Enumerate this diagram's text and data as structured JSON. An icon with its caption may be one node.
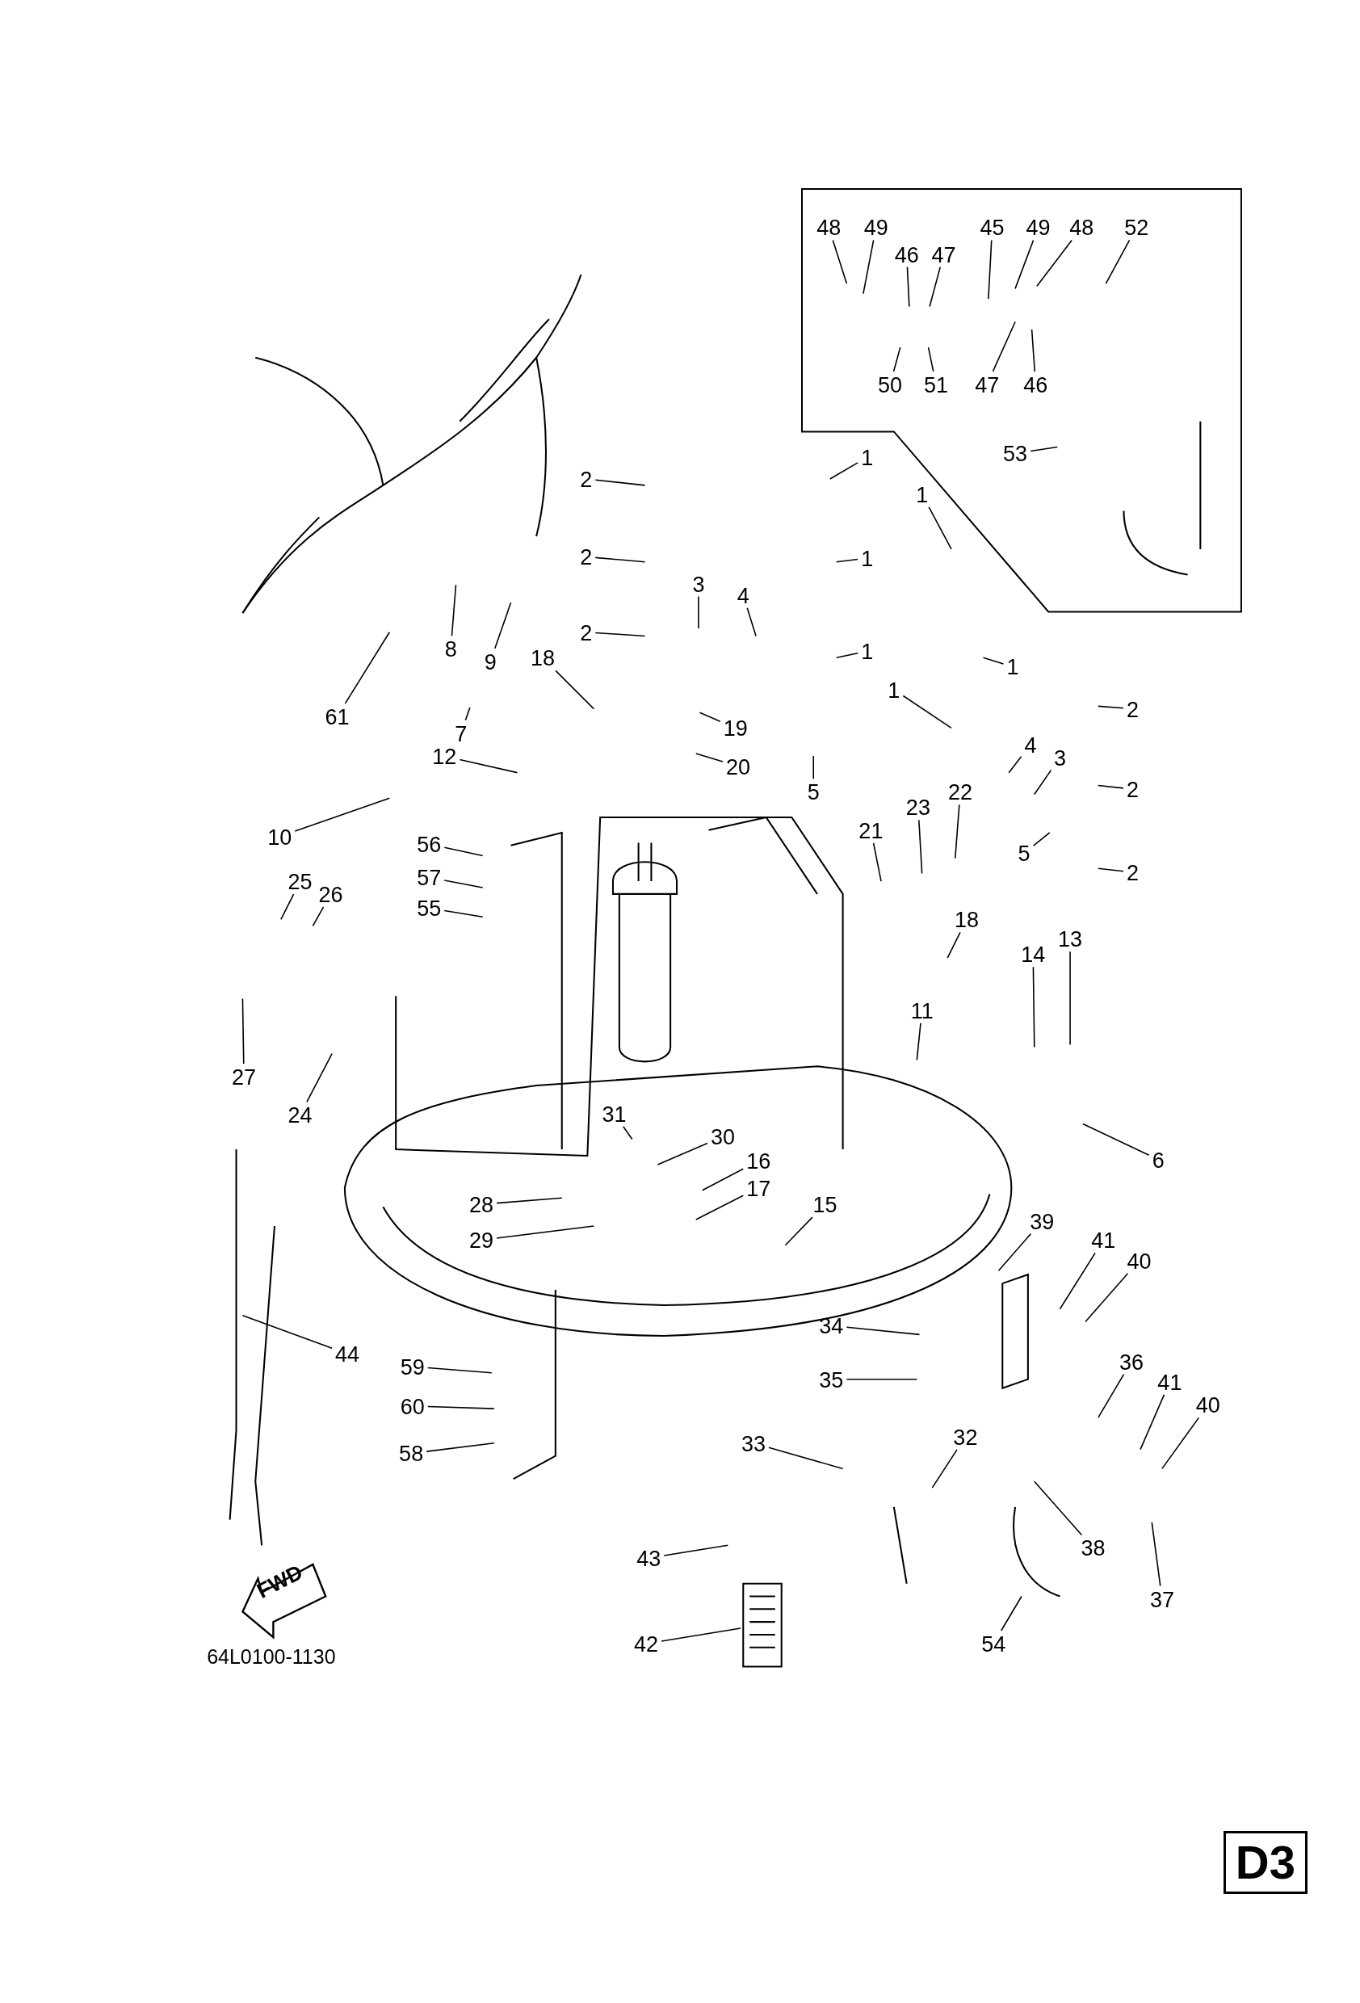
{
  "diagram": {
    "nodes": [
      {
        "text": [],
        "shape": "box"
      },
      {
        "text": [
          "48"
        ],
        "in": 0
      },
      {
        "text": [
          "49"
        ],
        "in": 0
      },
      {
        "text": [
          "45"
        ],
        "in": 0
      },
      {
        "text": [
          "49"
        ],
        "in": 0
      },
      {
        "text": [
          "48"
        ],
        "in": 0
      },
      {
        "text": [
          "52"
        ],
        "in": 0
      },
      {
        "text": [
          "46"
        ],
        "in": 0
      },
      {
        "text": [
          "47"
        ],
        "in": 0
      },
      {
        "text": [
          "50"
        ],
        "in": 0
      },
      {
        "text": [
          "51"
        ],
        "in": 0
      },
      {
        "text": [
          "47"
        ],
        "in": 0
      },
      {
        "text": [
          "46"
        ],
        "in": 0
      },
      {
        "text": [
          "53"
        ],
        "in": 0
      },
      {
        "text": [
          "1"
        ]
      },
      {
        "text": [
          "2"
        ]
      },
      {
        "text": [
          "2"
        ]
      },
      {
        "text": [
          "1"
        ]
      },
      {
        "text": [
          "3"
        ]
      },
      {
        "text": [
          "4"
        ]
      },
      {
        "text": [
          "2"
        ]
      },
      {
        "text": [
          "1"
        ]
      },
      {
        "text": [
          "1"
        ]
      },
      {
        "text": [
          "1"
        ]
      },
      {
        "text": [
          "1"
        ]
      },
      {
        "text": [
          "2"
        ]
      },
      {
        "text": [
          "2"
        ]
      },
      {
        "text": [
          "2"
        ]
      },
      {
        "text": [
          "4"
        ]
      },
      {
        "text": [
          "3"
        ]
      },
      {
        "text": [
          "5"
        ]
      },
      {
        "text": [
          "5"
        ]
      },
      {
        "text": [
          "18"
        ]
      },
      {
        "text": [
          "19"
        ]
      },
      {
        "text": [
          "20"
        ]
      },
      {
        "text": [
          "12"
        ]
      },
      {
        "text": [
          "10"
        ]
      },
      {
        "text": [
          "56"
        ]
      },
      {
        "text": [
          "57"
        ]
      },
      {
        "text": [
          "55"
        ]
      },
      {
        "text": [
          "25"
        ]
      },
      {
        "text": [
          "26"
        ]
      },
      {
        "text": [
          "27"
        ]
      },
      {
        "text": [
          "24"
        ]
      },
      {
        "text": [
          "8"
        ]
      },
      {
        "text": [
          "9"
        ]
      },
      {
        "text": [
          "7"
        ]
      },
      {
        "text": [
          "61"
        ]
      },
      {
        "text": [
          "21"
        ]
      },
      {
        "text": [
          "23"
        ]
      },
      {
        "text": [
          "22"
        ]
      },
      {
        "text": [
          "18"
        ]
      },
      {
        "text": [
          "11"
        ]
      },
      {
        "text": [
          "14"
        ]
      },
      {
        "text": [
          "13"
        ]
      },
      {
        "text": [
          "6"
        ]
      },
      {
        "text": [
          "31"
        ]
      },
      {
        "text": [
          "30"
        ]
      },
      {
        "text": [
          "16"
        ]
      },
      {
        "text": [
          "17"
        ]
      },
      {
        "text": [
          "15"
        ]
      },
      {
        "text": [
          "28"
        ]
      },
      {
        "text": [
          "29"
        ]
      },
      {
        "text": [
          "44"
        ]
      },
      {
        "text": [
          "59"
        ]
      },
      {
        "text": [
          "60"
        ]
      },
      {
        "text": [
          "58"
        ]
      },
      {
        "text": [
          "39"
        ]
      },
      {
        "text": [
          "41"
        ]
      },
      {
        "text": [
          "40"
        ]
      },
      {
        "text": [
          "34"
        ]
      },
      {
        "text": [
          "35"
        ]
      },
      {
        "text": [
          "36"
        ]
      },
      {
        "text": [
          "41"
        ]
      },
      {
        "text": [
          "40"
        ]
      },
      {
        "text": [
          "33"
        ]
      },
      {
        "text": [
          "32"
        ]
      },
      {
        "text": [
          "38"
        ]
      },
      {
        "text": [
          "37"
        ]
      },
      {
        "text": [
          "43"
        ]
      },
      {
        "text": [
          "42"
        ]
      },
      {
        "text": [
          "54"
        ]
      }
    ],
    "edges": [
      {
        "from": 1,
        "to": null,
        "arrow": "none"
      },
      {
        "from": 2,
        "to": null,
        "arrow": "none"
      },
      {
        "from": 3,
        "to": null,
        "arrow": "none"
      },
      {
        "from": 4,
        "to": null,
        "arrow": "none"
      },
      {
        "from": 5,
        "to": null,
        "arrow": "none"
      },
      {
        "from": 6,
        "to": null,
        "arrow": "none"
      },
      {
        "from": 7,
        "to": null,
        "arrow": "none"
      },
      {
        "from": 8,
        "to": null,
        "arrow": "none"
      },
      {
        "from": 9,
        "to": null,
        "arrow": "none"
      },
      {
        "from": 10,
        "to": null,
        "arrow": "none"
      },
      {
        "from": 11,
        "to": null,
        "arrow": "none"
      },
      {
        "from": 12,
        "to": null,
        "arrow": "none"
      },
      {
        "from": 13,
        "to": null,
        "arrow": "none"
      },
      {
        "from": 14,
        "to": null,
        "arrow": "none"
      },
      {
        "from": 15,
        "to": null,
        "arrow": "none"
      },
      {
        "from": 16,
        "to": null,
        "arrow": "none"
      },
      {
        "from": 17,
        "to": null,
        "arrow": "none"
      },
      {
        "from": 18,
        "to": null,
        "arrow": "none"
      },
      {
        "from": 19,
        "to": null,
        "arrow": "none"
      },
      {
        "from": 20,
        "to": null,
        "arrow": "none"
      },
      {
        "from": 21,
        "to": null,
        "arrow": "none"
      },
      {
        "from": 22,
        "to": null,
        "arrow": "none"
      },
      {
        "from": 23,
        "to": null,
        "arrow": "none"
      },
      {
        "from": 24,
        "to": null,
        "arrow": "none"
      },
      {
        "from": 25,
        "to": null,
        "arrow": "none"
      },
      {
        "from": 26,
        "to": null,
        "arrow": "none"
      },
      {
        "from": 27,
        "to": null,
        "arrow": "none"
      },
      {
        "from": 28,
        "to": null,
        "arrow": "none"
      },
      {
        "from": 29,
        "to": null,
        "arrow": "none"
      },
      {
        "from": 30,
        "to": null,
        "arrow": "none"
      },
      {
        "from": 31,
        "to": null,
        "arrow": "none"
      },
      {
        "from": 32,
        "to": null,
        "arrow": "none"
      },
      {
        "from": 33,
        "to": null,
        "arrow": "none"
      },
      {
        "from": 34,
        "to": null,
        "arrow": "none"
      },
      {
        "from": 35,
        "to": null,
        "arrow": "none"
      },
      {
        "from": 36,
        "to": null,
        "arrow": "none"
      },
      {
        "from": 37,
        "to": null,
        "arrow": "none"
      },
      {
        "from": 38,
        "to": null,
        "arrow": "none"
      },
      {
        "from": 39,
        "to": null,
        "arrow": "none"
      },
      {
        "from": 40,
        "to": null,
        "arrow": "none"
      },
      {
        "from": 41,
        "to": null,
        "arrow": "none"
      },
      {
        "from": 42,
        "to": null,
        "arrow": "none"
      },
      {
        "from": 43,
        "to": null,
        "arrow": "none"
      },
      {
        "from": 44,
        "to": null,
        "arrow": "none"
      },
      {
        "from": 45,
        "to": null,
        "arrow": "none"
      },
      {
        "from": 46,
        "to": null,
        "arrow": "none"
      },
      {
        "from": 47,
        "to": null,
        "arrow": "none"
      },
      {
        "from": 48,
        "to": null,
        "arrow": "none"
      },
      {
        "from": 49,
        "to": null,
        "arrow": "none"
      },
      {
        "from": 50,
        "to": null,
        "arrow": "none"
      },
      {
        "from": 51,
        "to": null,
        "arrow": "none"
      },
      {
        "from": 52,
        "to": null,
        "arrow": "none"
      },
      {
        "from": 53,
        "to": null,
        "arrow": "none"
      },
      {
        "from": 54,
        "to": null,
        "arrow": "none"
      },
      {
        "from": 55,
        "to": null,
        "arrow": "none"
      },
      {
        "from": 56,
        "to": null,
        "arrow": "none"
      },
      {
        "from": 57,
        "to": null,
        "arrow": "none"
      },
      {
        "from": 58,
        "to": null,
        "arrow": "none"
      },
      {
        "from": 59,
        "to": null,
        "arrow": "none"
      },
      {
        "from": 60,
        "to": null,
        "arrow": "none"
      },
      {
        "from": 61,
        "to": null,
        "arrow": "none"
      },
      {
        "from": 62,
        "to": null,
        "arrow": "none"
      },
      {
        "from": 63,
        "to": null,
        "arrow": "none"
      },
      {
        "from": 64,
        "to": null,
        "arrow": "none"
      },
      {
        "from": 65,
        "to": null,
        "arrow": "none"
      },
      {
        "from": 66,
        "to": null,
        "arrow": "none"
      },
      {
        "from": 67,
        "to": null,
        "arrow": "none"
      },
      {
        "from": 68,
        "to": null,
        "arrow": "none"
      },
      {
        "from": 69,
        "to": null,
        "arrow": "none"
      },
      {
        "from": 70,
        "to": null,
        "arrow": "none"
      },
      {
        "from": 71,
        "to": null,
        "arrow": "none"
      },
      {
        "from": 72,
        "to": null,
        "arrow": "none"
      },
      {
        "from": 73,
        "to": null,
        "arrow": "none"
      },
      {
        "from": 74,
        "to": null,
        "arrow": "none"
      },
      {
        "from": 75,
        "to": null,
        "arrow": "none"
      },
      {
        "from": 76,
        "to": null,
        "arrow": "none"
      },
      {
        "from": 77,
        "to": null,
        "arrow": "none"
      },
      {
        "from": 78,
        "to": null,
        "arrow": "none"
      },
      {
        "from": 79,
        "to": null,
        "arrow": "none"
      },
      {
        "from": 80,
        "to": null,
        "arrow": "none"
      },
      {
        "from": 81,
        "to": null,
        "arrow": "none"
      }
    ],
    "labels": [
      "FWD",
      "64L0100-1130",
      "D3"
    ]
  }
}
